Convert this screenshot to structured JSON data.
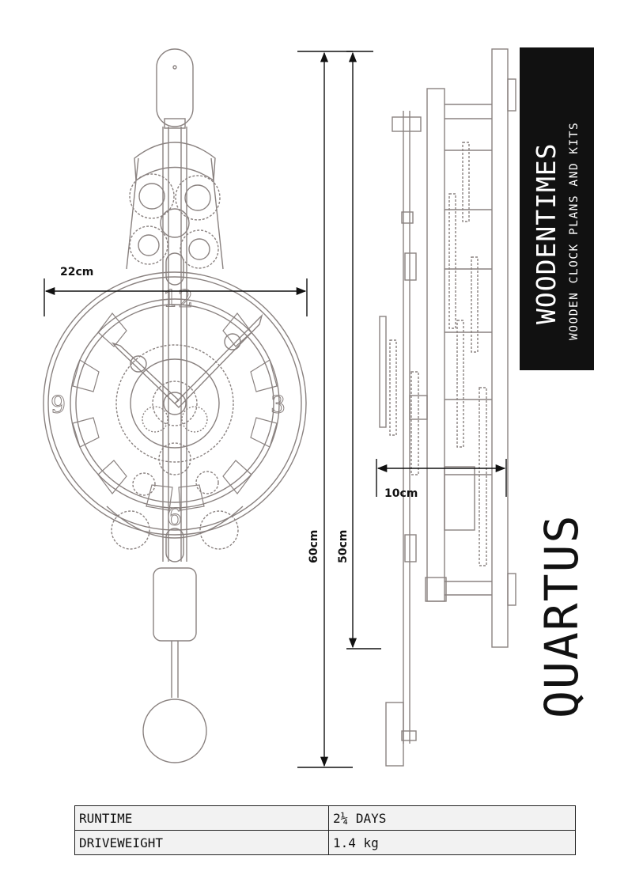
{
  "brand": {
    "name": "WOODENTIMES",
    "tagline": "WOODEN CLOCK PLANS AND KITS"
  },
  "model": {
    "name": "QUARTUS"
  },
  "dimensions": {
    "width": "22cm",
    "depth": "10cm",
    "total_height": "60cm",
    "body_height": "50cm"
  },
  "dial_numerals": [
    "12",
    "3",
    "6",
    "9"
  ],
  "specs": [
    {
      "label": "RUNTIME",
      "value": "2¼ DAYS"
    },
    {
      "label": "DRIVEWEIGHT",
      "value": "1.4 kg"
    }
  ],
  "colors": {
    "outline": "#8a8280",
    "dimension_line": "#111111",
    "brand_box": "#111111",
    "table_bg": "#f2f2f2"
  }
}
